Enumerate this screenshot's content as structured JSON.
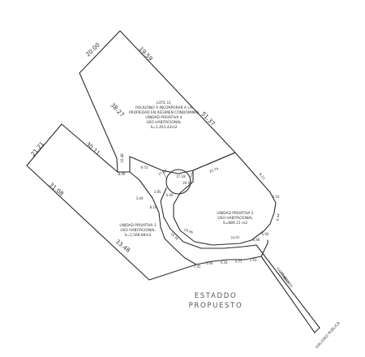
{
  "dimensions": {
    "d_20_00": "20.00",
    "d_19_59": "19.59",
    "d_38_27": "38.27",
    "d_51_37": "51.37",
    "d_21_21": "21.21",
    "d_30_11": "30.11",
    "d_31_08": "31.08",
    "d_33_48": "33.48",
    "d_1_0_48": "16.48",
    "d_1_0_09": "8.09",
    "d_17_88": "17.88",
    "d_20_05": "20.05",
    "d_20_74": "20.74",
    "d_17_18": "17.18",
    "d_29_96": "29.96",
    "d_19_34": "19.34",
    "d_34_01": "34.01"
  },
  "small_labels": {
    "s1": "6.23",
    "s2": "3.10",
    "s3": "6.44",
    "s4": "6.60",
    "s5": "6.46",
    "s6": "2.93",
    "s7": "3.77",
    "s8": "4.34",
    "s9": "5.44",
    "s10": "7.45",
    "s11": "3.85",
    "s12": "8.19",
    "s13": "6.00",
    "s14": "9.73",
    "s15": "3.44"
  },
  "lots": {
    "lote": {
      "l1": "LOTE 11",
      "l2": "POLÍGONO A INCORPORAR A LA",
      "l3": "PROPIEDAD EN REGIMEN CONDOMINIO",
      "l4": "UNIDAD PRIVATIVA 4",
      "l5": "USO HABITACIONAL",
      "l6": "S=1,451.43m2"
    },
    "up2": {
      "l1": "UNIDAD PRIVATIVA 2",
      "l2": "USO HABITACIONAL",
      "l3": "S=889.21 m2"
    },
    "up3": {
      "l1": "UNIDAD PRIVATIVA 3",
      "l2": "USO HABITACIONAL",
      "l3": "S=1,568.89m2"
    }
  },
  "road_labels": {
    "r1": "VIALIDAD",
    "r2": "PRIVADA",
    "r3": "ACCESO"
  },
  "vialidad_publica": "VIALIDAD PUBLICA",
  "estado": {
    "line1": "ESTADDO",
    "line2": "PROPUESTO"
  }
}
